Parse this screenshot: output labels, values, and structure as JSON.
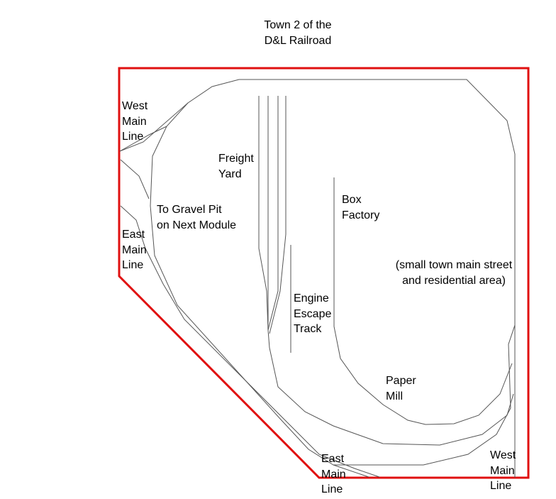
{
  "title": [
    "Town 2 of the",
    "D&L Railroad"
  ],
  "labels": {
    "west_main_line_top": [
      "West",
      "Main",
      "Line"
    ],
    "freight_yard": [
      "Freight",
      "Yard"
    ],
    "box_factory": [
      "Box",
      "Factory"
    ],
    "gravel_pit": [
      "To Gravel Pit",
      "on Next Module"
    ],
    "east_main_line_left": [
      "East",
      "Main",
      "Line"
    ],
    "residential": [
      "(small town main street",
      "and residential area)"
    ],
    "engine_escape": [
      "Engine",
      "Escape",
      "Track"
    ],
    "paper_mill": [
      "Paper",
      "Mill"
    ],
    "east_main_line_bottom": [
      "East",
      "Main",
      "Line"
    ],
    "west_main_line_bottom": [
      "West",
      "Main",
      "Line"
    ]
  },
  "colors": {
    "border": "#e01010",
    "track": "#555555"
  }
}
